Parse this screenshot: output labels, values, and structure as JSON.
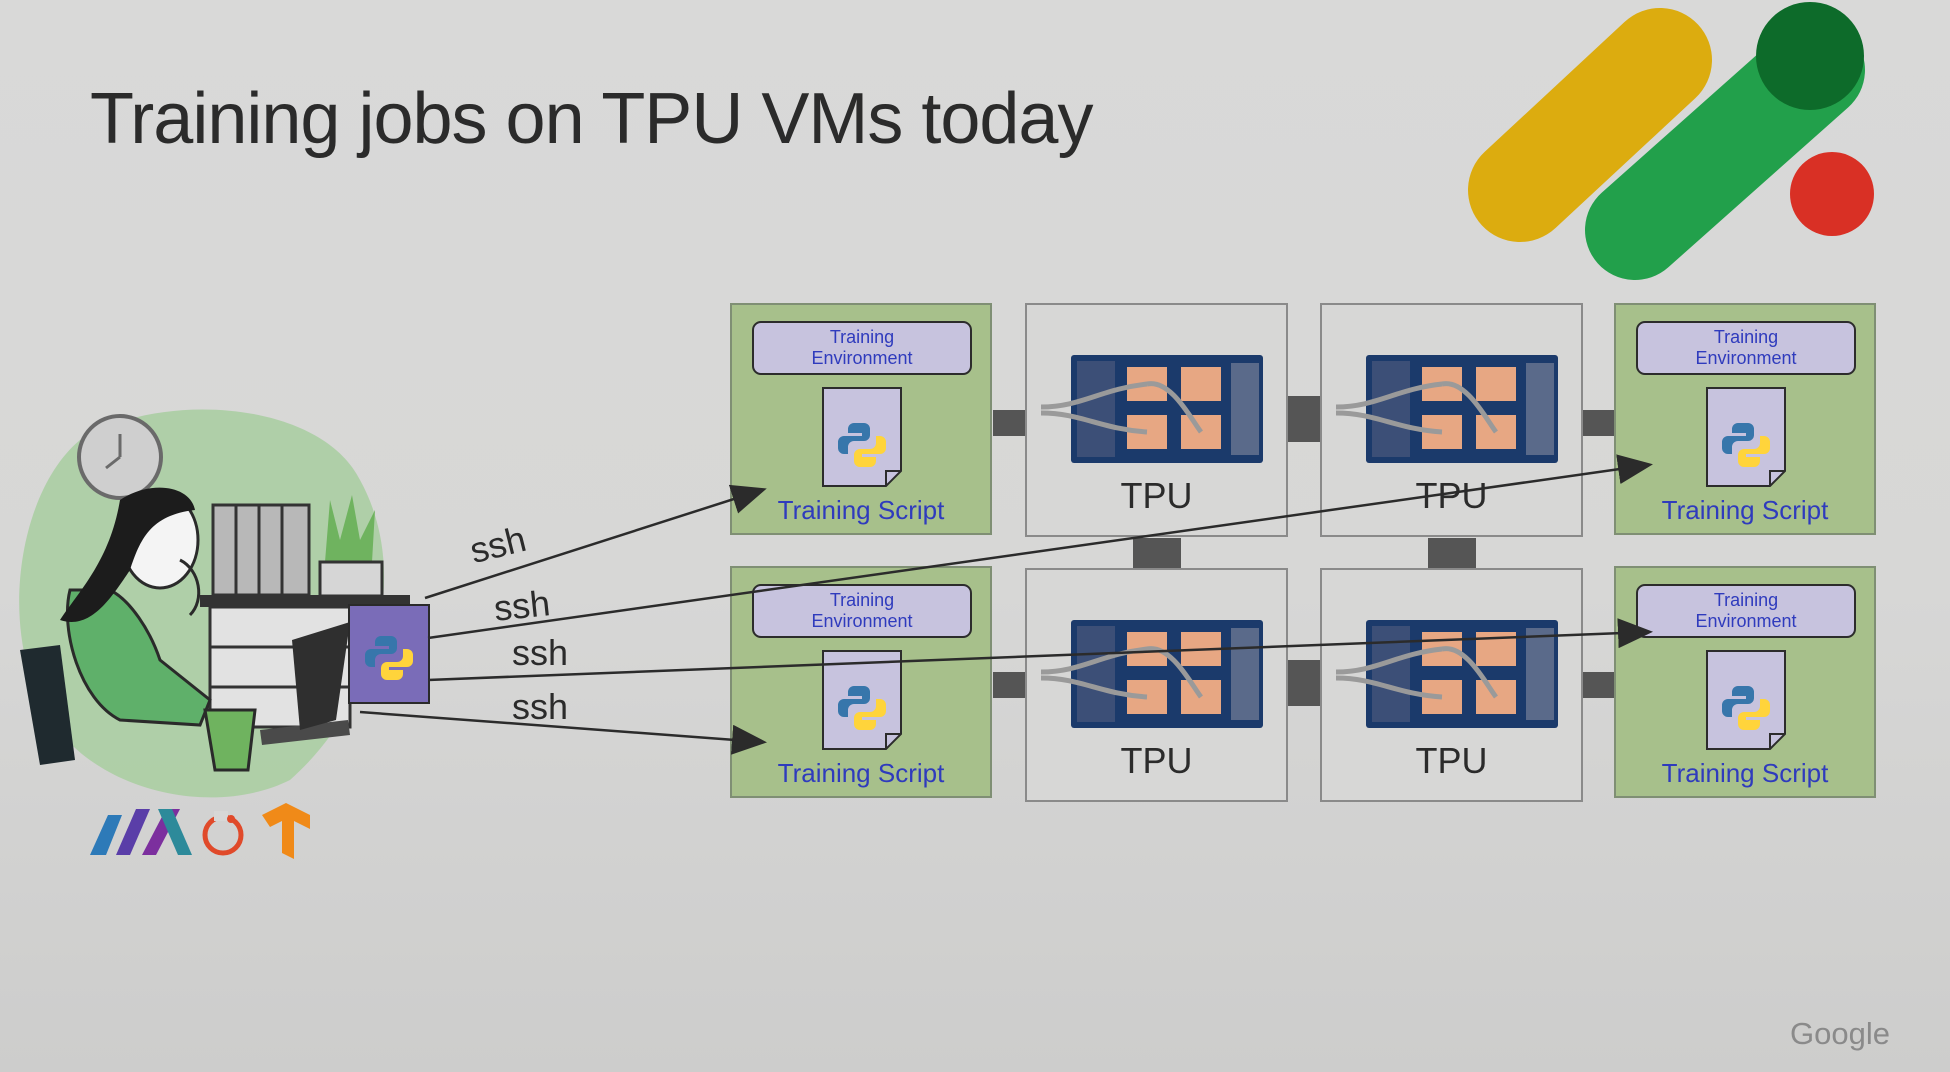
{
  "slide": {
    "title": "Training jobs on TPU VMs today",
    "footer_brand": "Google"
  },
  "hosts": [
    {
      "env_line1": "Training",
      "env_line2": "Environment",
      "script_label": "Training Script"
    },
    {
      "env_line1": "Training",
      "env_line2": "Environment",
      "script_label": "Training Script"
    },
    {
      "env_line1": "Training",
      "env_line2": "Environment",
      "script_label": "Training Script"
    },
    {
      "env_line1": "Training",
      "env_line2": "Environment",
      "script_label": "Training Script"
    }
  ],
  "tpus": [
    {
      "label": "TPU"
    },
    {
      "label": "TPU"
    },
    {
      "label": "TPU"
    },
    {
      "label": "TPU"
    }
  ],
  "ssh_labels": [
    "ssh",
    "ssh",
    "ssh",
    "ssh"
  ],
  "frameworks": [
    "jax-logo",
    "pytorch-logo",
    "tensorflow-logo"
  ],
  "colors": {
    "host_green": "#a7c08b",
    "env_purple": "#c7c3de",
    "label_blue": "#2f3bbd",
    "logo_yellow": "#dcac0f",
    "logo_green": "#22a04b",
    "logo_dark_green": "#0d6b2a",
    "logo_red": "#d93025"
  }
}
